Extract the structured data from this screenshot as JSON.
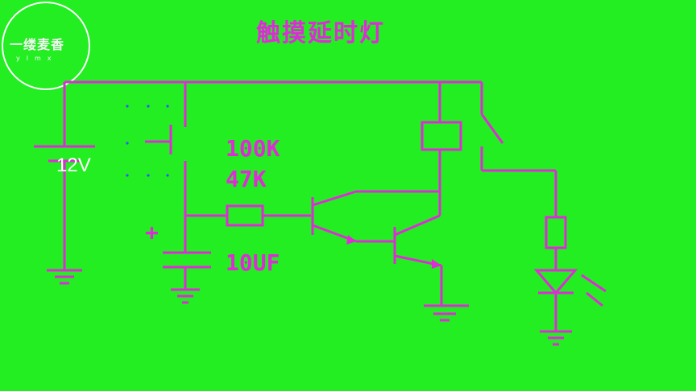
{
  "title": "触摸延时灯",
  "logo": {
    "main": "一缕麦香",
    "sub": "ylmx"
  },
  "labels": {
    "voltage": "12V",
    "r1": "100K",
    "r2": "47K",
    "cap": "10UF",
    "plus": "+"
  },
  "colors": {
    "background": "#22ee22",
    "wire": "#e02ad8"
  }
}
